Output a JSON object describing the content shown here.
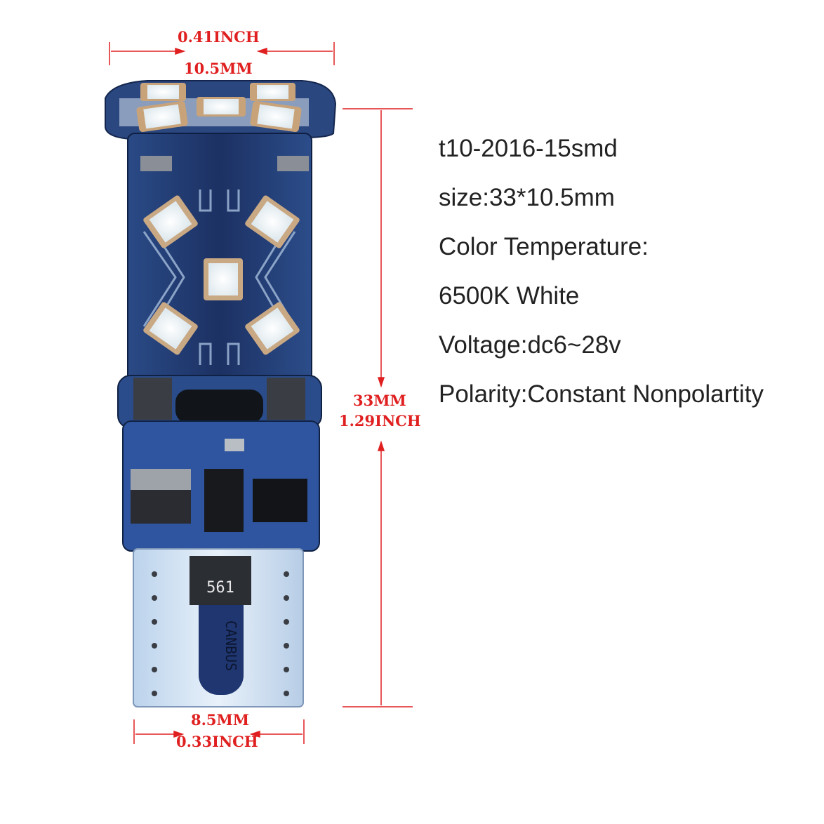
{
  "dimensions": {
    "top_width_in": "0.41INCH",
    "top_width_mm": "10.5MM",
    "height_mm": "33MM",
    "height_in": "1.29INCH",
    "base_width_mm": "8.5MM",
    "base_width_in": "0.33INCH"
  },
  "specs": [
    "t10-2016-15smd",
    "size:33*10.5mm",
    "Color Temperature:",
    "6500K White",
    "Voltage:dc6~28v",
    "Polarity:Constant Nonpolartity"
  ],
  "board_markings": {
    "resistor_code": "561",
    "canbus": "CANBUS"
  },
  "colors": {
    "pcb_blue": "#1e3566",
    "dimension_red": "#e02020",
    "led_white": "#eef3f6",
    "text": "#222222"
  }
}
